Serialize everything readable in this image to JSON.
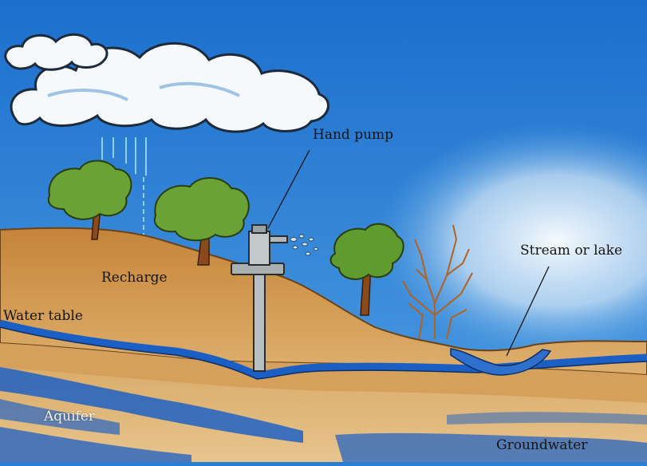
{
  "labels": {
    "hand_pump": "Hand pump",
    "stream_or_lake": "Stream or lake",
    "recharge": "Recharge",
    "water_table": "Water table",
    "aquifer": "Aquifer",
    "groundwater": "Groundwater"
  },
  "colors": {
    "sky_top": "#1f72cf",
    "sky_bottom": "#4d9be0",
    "haze": "#e8f3fb",
    "soil_upper": "#c98a3e",
    "soil_lower": "#d9a25a",
    "water": "#1b64c9",
    "tree_green": "#5f9b2e",
    "trunk": "#8a4a1c",
    "pump": "#aab3b4"
  }
}
